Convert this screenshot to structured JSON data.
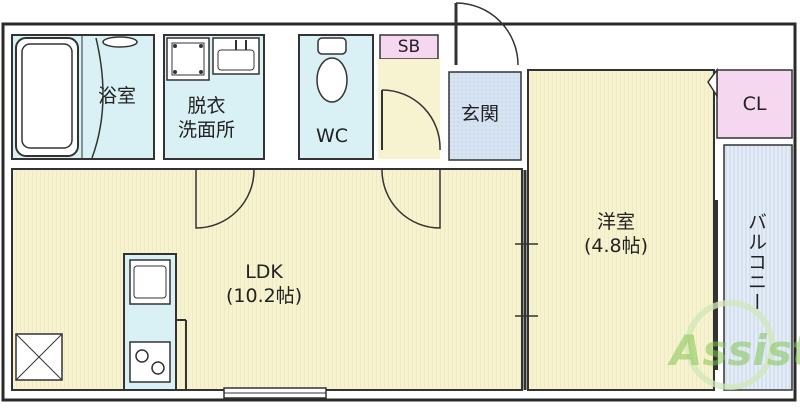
{
  "rooms": {
    "bath": {
      "name": "浴室"
    },
    "dressing": {
      "name_line1": "脱衣",
      "name_line2": "洗面所"
    },
    "wc": {
      "name": "WC"
    },
    "sb": {
      "name": "SB"
    },
    "entrance": {
      "name": "玄関"
    },
    "ldk": {
      "name": "LDK",
      "size": "(10.2帖)"
    },
    "western": {
      "name": "洋室",
      "size": "(4.8帖)"
    },
    "closet": {
      "name": "CL"
    },
    "balcony": {
      "name": "バルコニー"
    }
  },
  "watermark": {
    "text": "Assist"
  },
  "colors": {
    "floor_tatami": "#f7f3d0",
    "wet_area": "#d9f1f4",
    "entrance_tile": "#d6e3f2",
    "storage": "#f5d7f0",
    "wall": "#2a2a2a",
    "watermark_green": "#7fc34a"
  }
}
